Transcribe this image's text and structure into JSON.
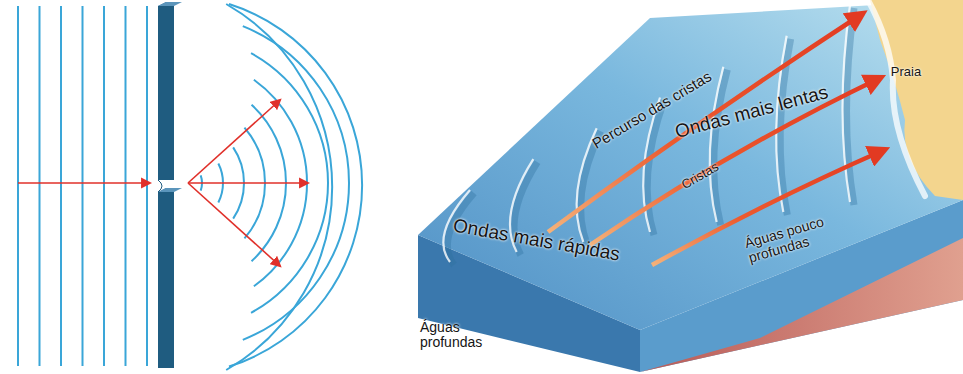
{
  "diagram": {
    "labels": [
      "Percurso das cristas",
      "Praia",
      "Cristas",
      "Ondas mais lentas",
      "Ondas mais rápidas",
      "Águas pouco profundas",
      "Águas profundas"
    ]
  }
}
